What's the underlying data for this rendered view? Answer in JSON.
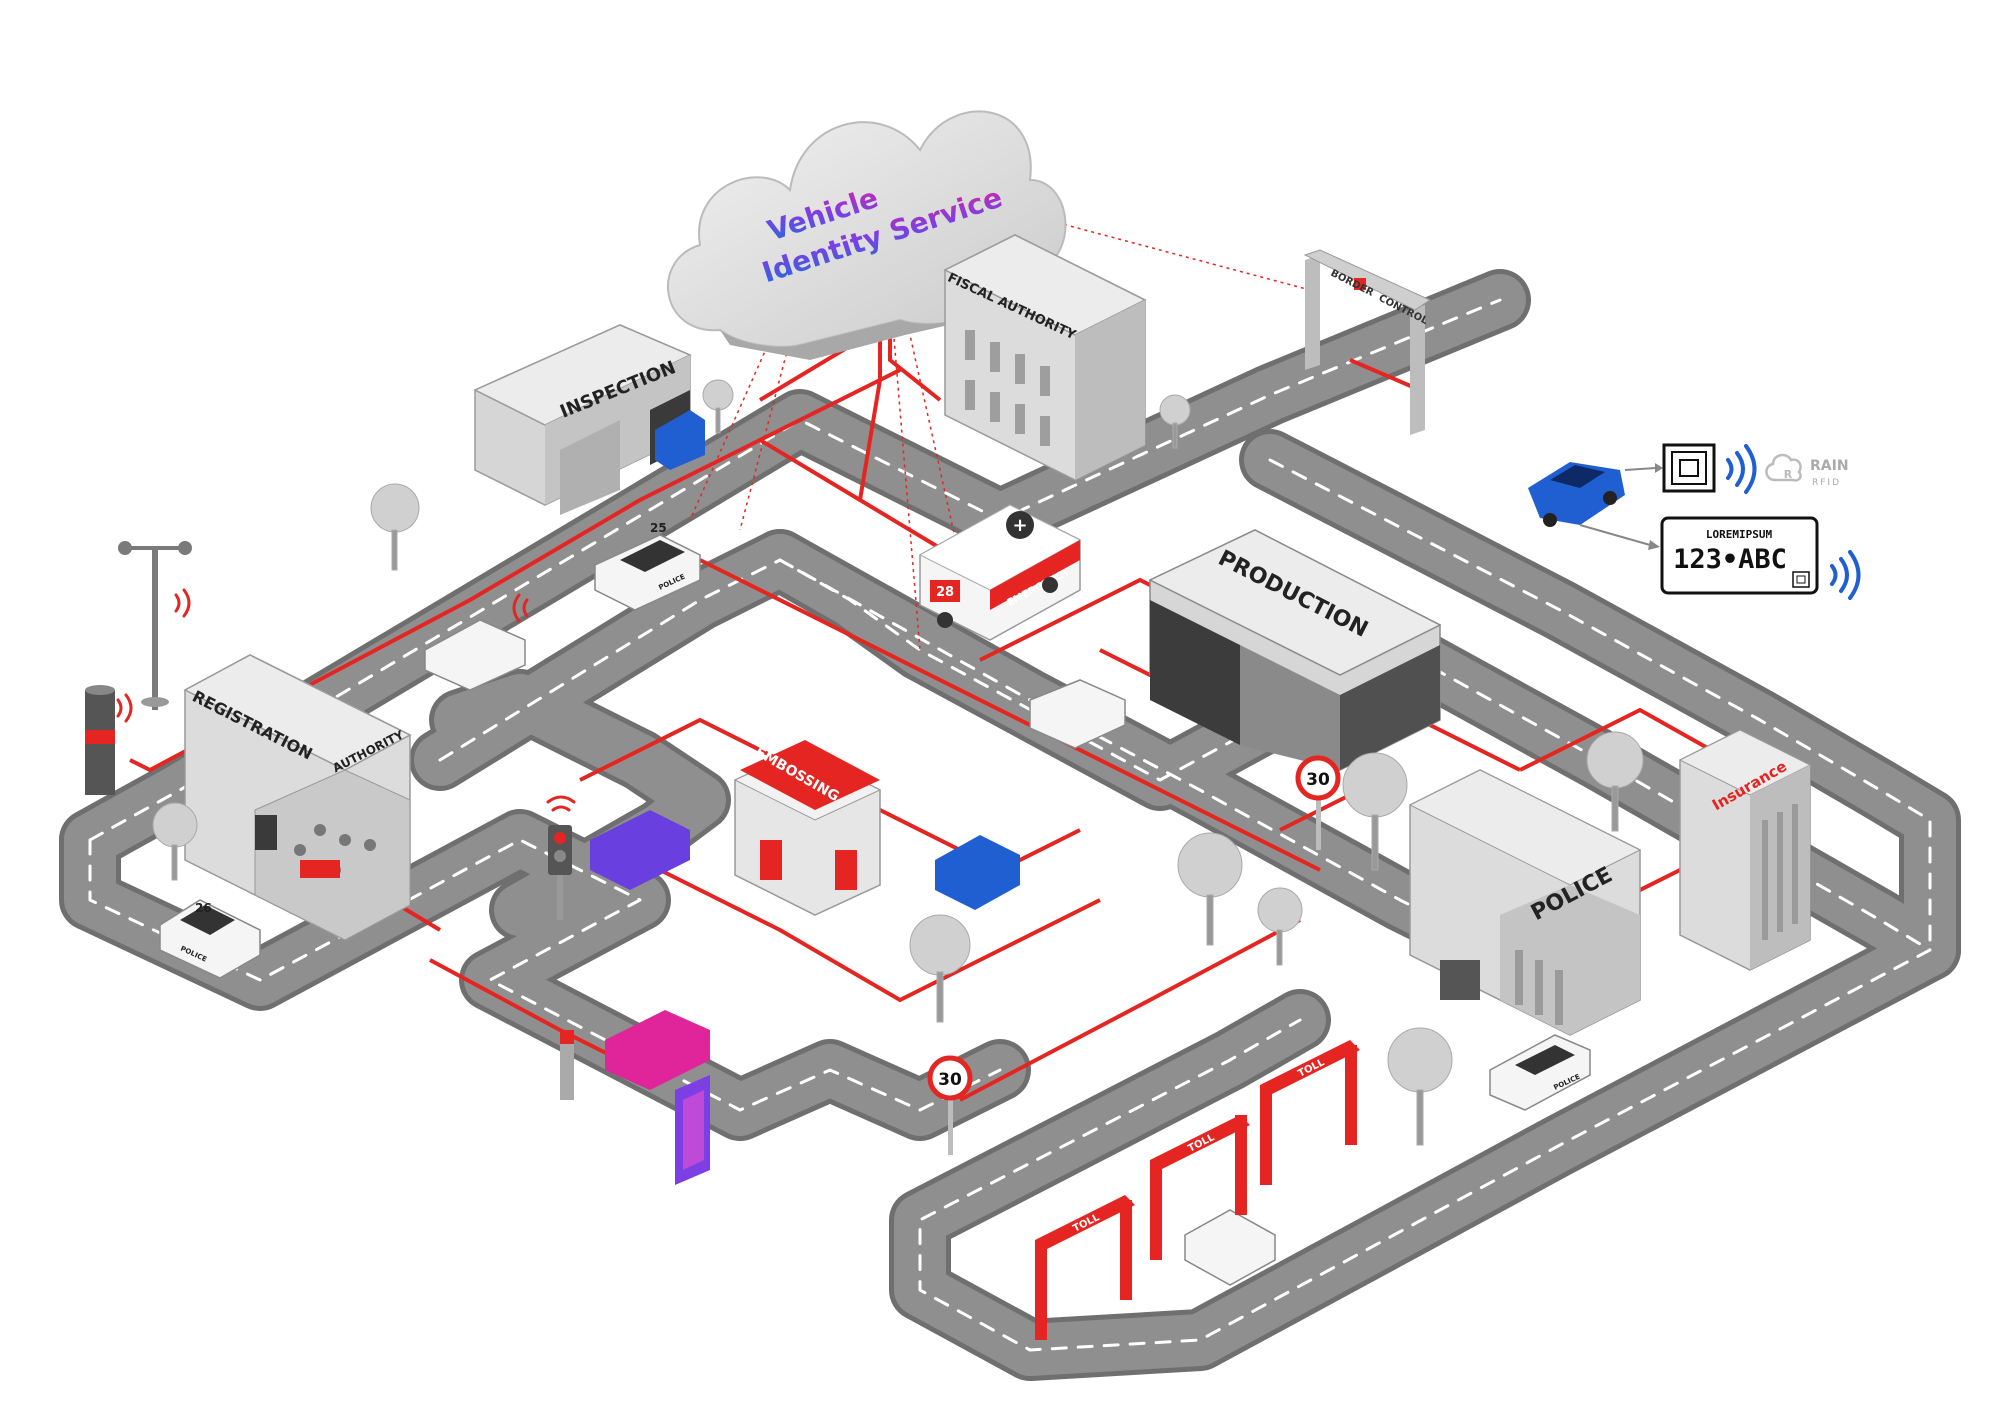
{
  "cloud": {
    "line1": "Vehicle",
    "line2": "Identity Service",
    "gradient_start": "#1e6fd9",
    "gradient_mid": "#7b3fe4",
    "gradient_end": "#e0249a"
  },
  "buildings": {
    "inspection": "INSPECTION",
    "fiscal_authority": "FISCAL AUTHORITY",
    "registration": "REGISTRATION",
    "authority": "AUTHORITY",
    "production": "PRODUCTION",
    "embossing": "EMBOSSING",
    "police": "POLICE",
    "insurance": "Insurance"
  },
  "border_control": {
    "left": "BORDER",
    "right": "CONTROL"
  },
  "vehicles": {
    "ambulance_text": "EMERGENCY",
    "ambulance_number": "28",
    "police_car_top": "25",
    "police_car_left": "26",
    "police_word": "POLICE"
  },
  "signs": {
    "speed_limit": "30"
  },
  "toll": {
    "label": "TOLL"
  },
  "legend": {
    "plate_small": "LOREMIPSUM",
    "plate_number": "123•ABC",
    "rain_brand": "RAIN",
    "rain_sub": "RFID"
  },
  "colors": {
    "road": "#8f8f8f",
    "road_edge": "#6f6f6f",
    "building": "#d6d6d6",
    "network_line": "#e52521",
    "rfid_wave": "#1f5fd1",
    "accent_red": "#e52521"
  },
  "icons": [
    "cloud-icon",
    "rfid-chip-icon",
    "wifi-signal-icon",
    "weather-station-icon",
    "traffic-light-icon",
    "tree-icon",
    "speed-limit-sign-icon"
  ]
}
